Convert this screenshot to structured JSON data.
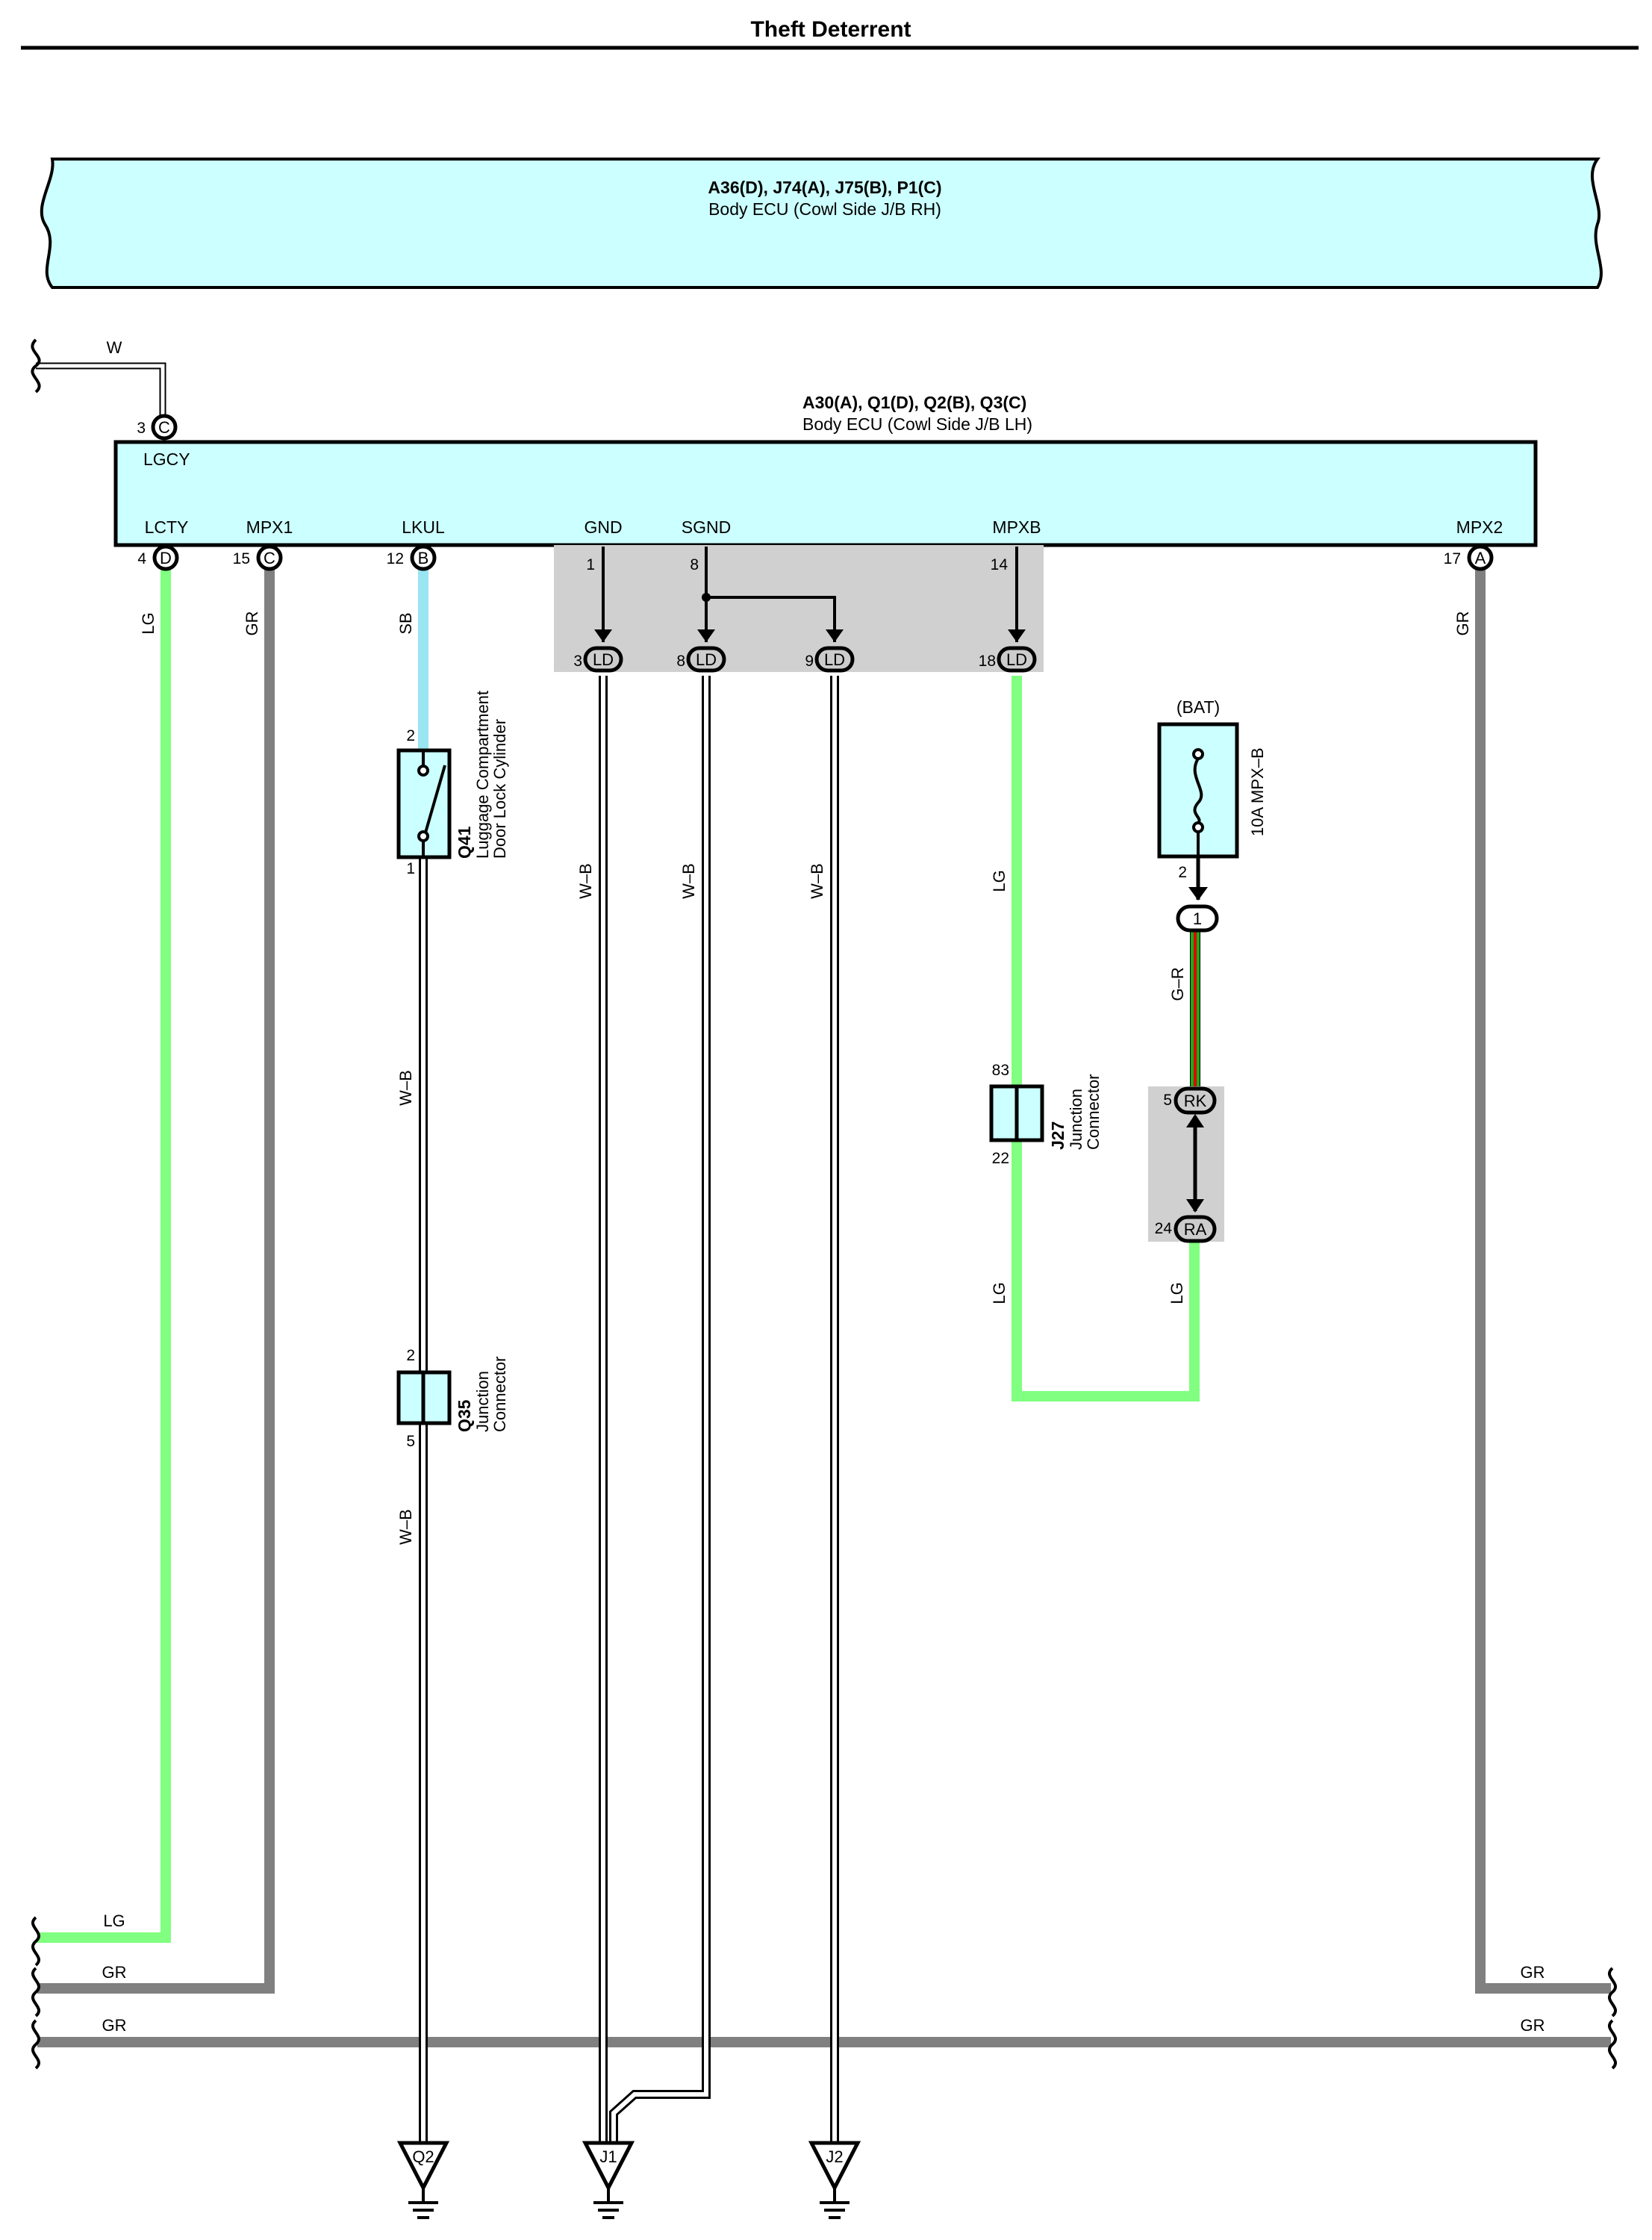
{
  "title": "Theft Deterrent",
  "ecu_rh": {
    "connectors": "A36(D), J74(A), J75(B), P1(C)",
    "name": "Body ECU (Cowl Side J/B RH)"
  },
  "ecu_lh": {
    "connectors": "A30(A), Q1(D), Q2(B), Q3(C)",
    "name": "Body ECU (Cowl Side J/B LH)",
    "lgcy": {
      "label": "LGCY",
      "pin": "3",
      "conn": "C",
      "wire": "W"
    },
    "terminals": {
      "lcty": {
        "label": "LCTY",
        "pin": "4",
        "conn": "D",
        "wire": "LG"
      },
      "mpx1": {
        "label": "MPX1",
        "pin": "15",
        "conn": "C",
        "wire": "GR"
      },
      "lkul": {
        "label": "LKUL",
        "pin": "12",
        "conn": "B",
        "wire": "SB"
      },
      "gnd": {
        "label": "GND",
        "pin": "1"
      },
      "sgnd": {
        "label": "SGND",
        "pin": "8"
      },
      "mpxb": {
        "label": "MPXB",
        "pin": "14"
      },
      "mpx2": {
        "label": "MPX2",
        "pin": "17",
        "conn": "A",
        "wire": "GR"
      }
    }
  },
  "ld_connectors": [
    {
      "pin": "3",
      "name": "LD"
    },
    {
      "pin": "8",
      "name": "LD"
    },
    {
      "pin": "9",
      "name": "LD"
    },
    {
      "pin": "18",
      "name": "LD"
    }
  ],
  "wires": {
    "wb": "W–B",
    "lg": "LG",
    "gr": "GR",
    "g_r": "G–R"
  },
  "q41": {
    "id": "Q41",
    "line1": "Luggage Compartment",
    "line2": "Door Lock Cylinder",
    "pin_top": "2",
    "pin_bottom": "1"
  },
  "q35": {
    "id": "Q35",
    "line1": "Junction",
    "line2": "Connector",
    "pin_top": "2",
    "pin_bottom": "5"
  },
  "j27": {
    "id": "J27",
    "line1": "Junction",
    "line2": "Connector",
    "pin_top": "83",
    "pin_bottom": "22"
  },
  "fuse": {
    "source": "(BAT)",
    "name": "10A MPX–B",
    "pin": "2",
    "joint": "1"
  },
  "rk": {
    "pin": "5",
    "name": "RK"
  },
  "ra": {
    "pin": "24",
    "name": "RA"
  },
  "grounds": [
    "Q2",
    "J1",
    "J2"
  ],
  "colors": {
    "ecu_fill": "#ccffff",
    "lg": "#80ff80",
    "gr": "#808080",
    "sb": "#99e6f2",
    "shade": "#d0d0d0",
    "red": "#e00000",
    "green": "#1aaa1a"
  }
}
